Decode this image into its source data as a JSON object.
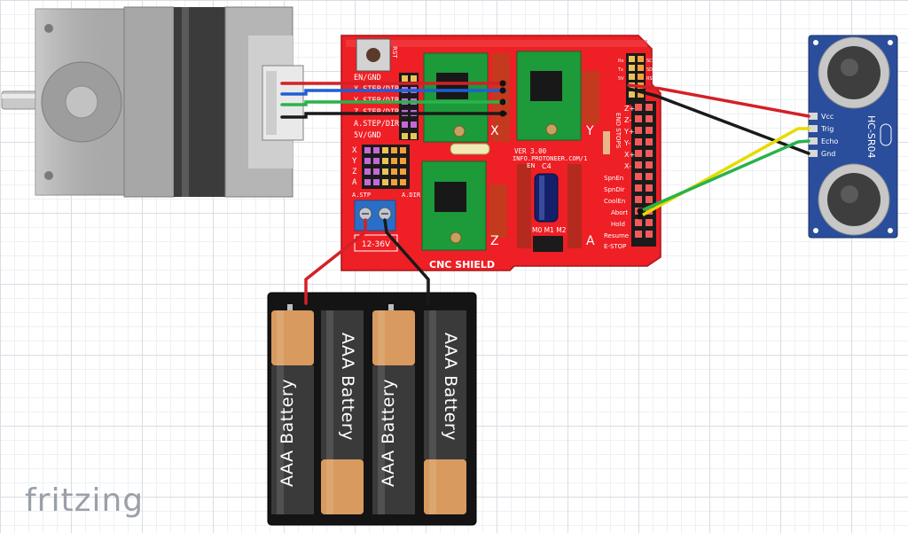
{
  "watermark": "fritzing",
  "cnc_shield": {
    "title": "CNC SHIELD",
    "reset_label": "RST",
    "version_line1": "VER 3.00",
    "version_line2": "INFO.PROTONEER.COM/1",
    "cap_label": "C4",
    "microstep_label": "M0 M1 M2",
    "en_label": "EN",
    "power_label": "12-36V",
    "axis_labels": [
      "X",
      "Y",
      "Z",
      "A"
    ],
    "pin_labels": [
      "EN/GND",
      "X.STEP/DIR",
      "Y.STEP/DIR",
      "Z.STEP/DIR",
      "A.STEP/DIR",
      "5V/GND"
    ],
    "side_pins": [
      "X",
      "Y",
      "Z",
      "A"
    ],
    "a_step": "A.STP",
    "a_dir": "A.DIR",
    "endstops_title": "END STOPS",
    "endstop_pins": [
      "Z+",
      "Z-",
      "Y+",
      "Y-",
      "X+",
      "X-"
    ],
    "control_pins": [
      "SpnEn",
      "SpnDir",
      "CoolEn",
      "Abort",
      "Hold",
      "Resume",
      "E-STOP"
    ],
    "header_pins": [
      "Rx",
      "Tx",
      "5V",
      "SCL",
      "SDA",
      "RST"
    ]
  },
  "ultrasonic": {
    "model": "HC-SR04",
    "pins": [
      "Vcc",
      "Trig",
      "Echo",
      "Gnd"
    ]
  },
  "battery_pack": {
    "cells": [
      "AAA Battery",
      "AAA Battery",
      "AAA Battery",
      "AAA Battery"
    ]
  },
  "colors": {
    "shield": "#ee1f25",
    "driver": "#1d9a3a",
    "sensor": "#2a4e9b",
    "wire_red": "#d42026",
    "wire_black": "#1a1a1a",
    "wire_blue": "#1f5fd6",
    "wire_green": "#2bb24a",
    "wire_yellow": "#e6dc00"
  }
}
